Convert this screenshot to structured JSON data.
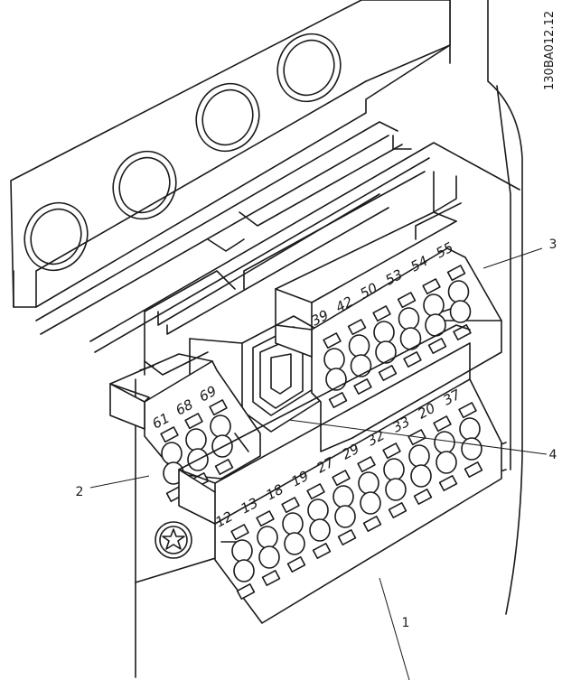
{
  "document_code": "130BA012.12",
  "terminal_groups": {
    "analog": [
      "39",
      "42",
      "50",
      "53",
      "54",
      "55"
    ],
    "comm": [
      "61",
      "68",
      "69"
    ],
    "digital": [
      "12",
      "13",
      "18",
      "19",
      "27",
      "29",
      "32",
      "33",
      "20",
      "37"
    ]
  },
  "callouts": [
    "1",
    "2",
    "3",
    "4"
  ]
}
